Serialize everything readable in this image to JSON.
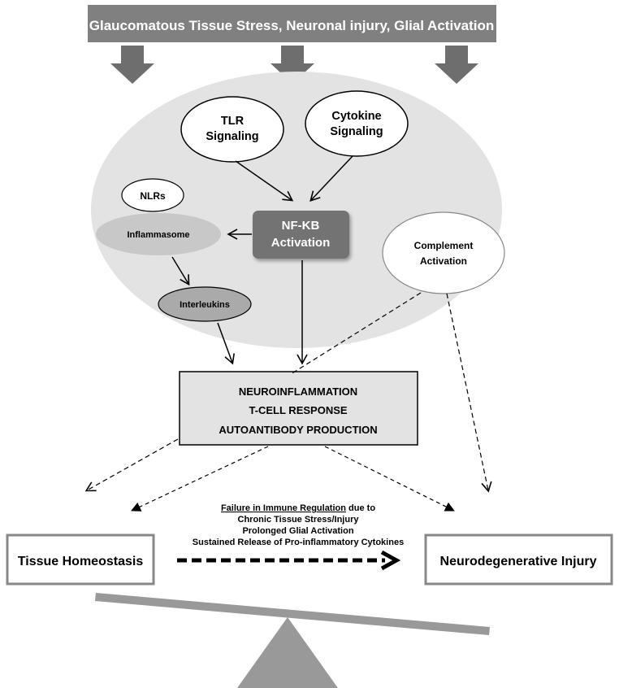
{
  "header": {
    "text": "Glaucomatous Tissue Stress, Neuronal injury, Glial Activation"
  },
  "nodes": {
    "tlr": {
      "line1": "TLR",
      "line2": "Signaling"
    },
    "cytokine": {
      "line1": "Cytokine",
      "line2": "Signaling"
    },
    "nlrs": {
      "label": "NLRs"
    },
    "inflammasome": {
      "label": "Inflammasome"
    },
    "nfkb": {
      "line1": "NF-ΚB",
      "line2": "Activation"
    },
    "complement": {
      "line1": "Complement",
      "line2": "Activation"
    },
    "interleukins": {
      "label": "Interleukins"
    }
  },
  "outcome_box": {
    "line1": "NEUROINFLAMMATION",
    "line2": "T-CELL RESPONSE",
    "line3": "AUTOANTIBODY PRODUCTION"
  },
  "balance_note": {
    "line1": "Failure in Immune Regulation",
    "line1_suffix": " due to",
    "line2": "Chronic Tissue Stress/Injury",
    "line3": "Prolonged Glial Activation",
    "line4": "Sustained Release of Pro-inflammatory Cytokines"
  },
  "left_box": {
    "label": "Tissue Homeostasis"
  },
  "right_box": {
    "label": "Neurodegenerative Injury"
  },
  "colors": {
    "header_bg": "#808080",
    "header_text": "#ffffff",
    "arrow_gray": "#6e6e6e",
    "cell_ellipse": "#e3e3e3",
    "inflammasome": "#c8c8c8",
    "interleukins": "#aaaaaa",
    "nfkb_box": "#737373",
    "outcome_box": "#e3e3e3",
    "lever": "#999999"
  }
}
